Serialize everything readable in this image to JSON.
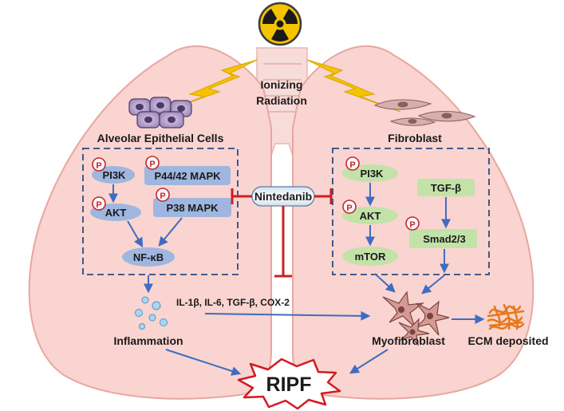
{
  "source": {
    "title": "Ionizing",
    "title2": "Radiation"
  },
  "left_panel": {
    "title": "Alveolar Epithelial Cells",
    "nodes": {
      "pi3k": "PI3K",
      "p4442": "P44/42 MAPK",
      "akt": "AKT",
      "p38": "P38 MAPK",
      "nfkb": "NF-κB"
    }
  },
  "right_panel": {
    "title": "Fibroblast",
    "nodes": {
      "pi3k": "PI3K",
      "akt": "AKT",
      "mtor": "mTOR",
      "tgfb": "TGF-β",
      "smad": "Smad2/3"
    }
  },
  "drug": {
    "name": "Nintedanib"
  },
  "phospho_marker": "P",
  "cytokines": "IL-1β, IL-6, TGF-β, COX-2",
  "outcomes": {
    "inflammation": "Inflammation",
    "myofibroblast": "Myofibroblast",
    "ecm": "ECM deposited",
    "ripf": "RIPF"
  },
  "colors": {
    "lung_fill": "#f9d4d0",
    "lung_stroke": "#e8a7a0",
    "left_node": "#9fb6df",
    "right_node": "#c3e2a8",
    "arrow": "#3f6cc0",
    "inhibit": "#cc1e25",
    "lightning": "#f5c300",
    "ripf_stroke": "#d21b21",
    "ecm": "#e67818"
  }
}
